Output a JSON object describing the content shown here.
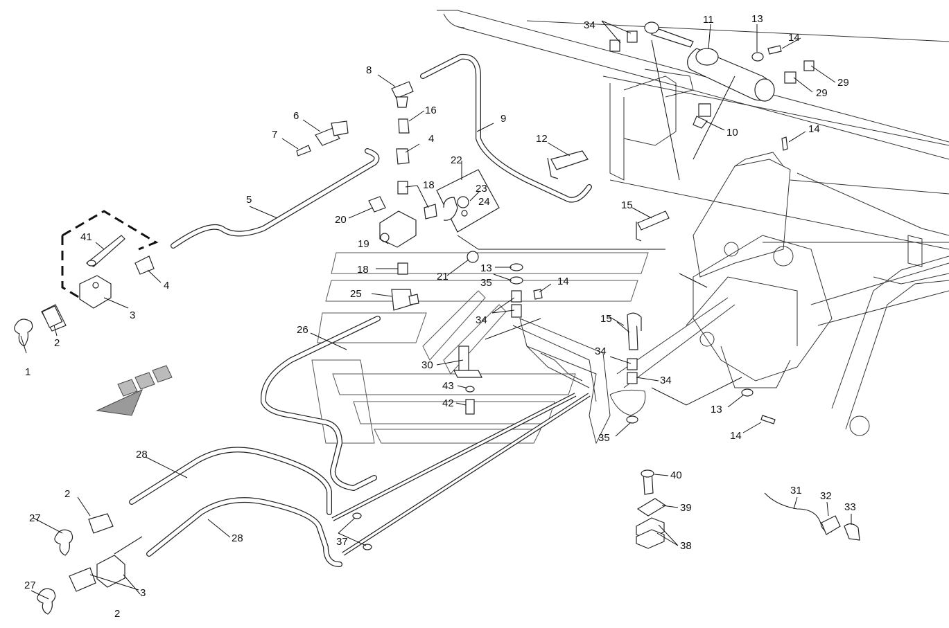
{
  "labels": [
    "1",
    "2",
    "3",
    "4",
    "5",
    "6",
    "7",
    "8",
    "9",
    "10",
    "11",
    "12",
    "13",
    "14",
    "15",
    "16",
    "18",
    "19",
    "20",
    "21",
    "22",
    "23",
    "24",
    "25",
    "26",
    "27",
    "28",
    "29",
    "30",
    "31",
    "32",
    "33",
    "34",
    "35",
    "37",
    "38",
    "39",
    "40",
    "41",
    "42",
    "43"
  ]
}
